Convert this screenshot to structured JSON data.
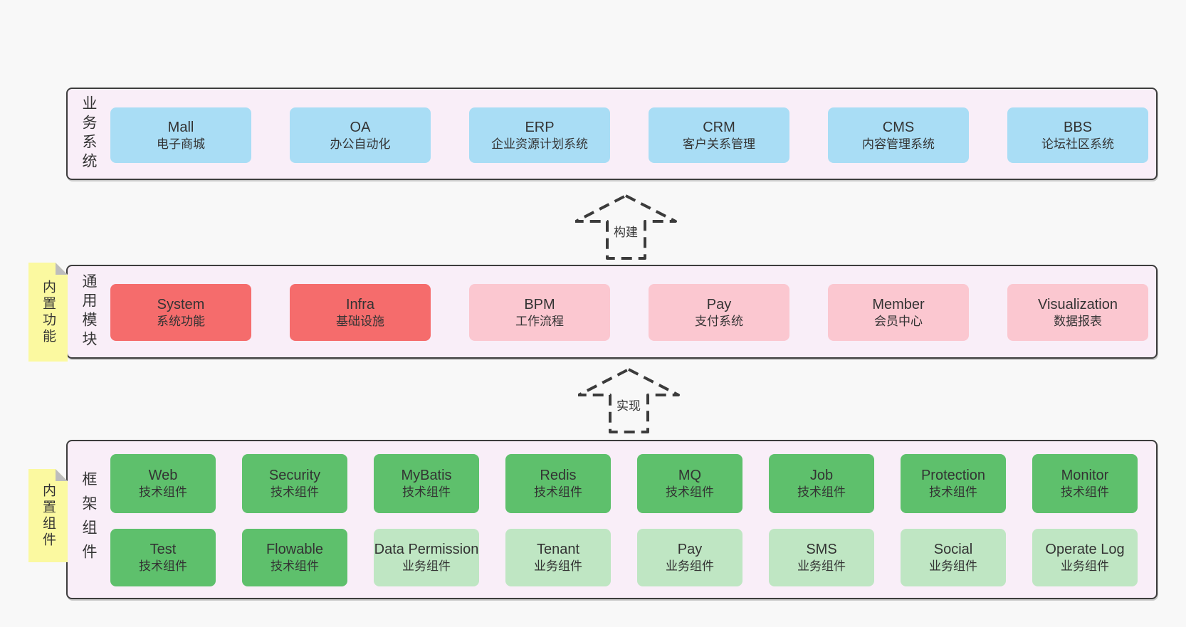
{
  "colors": {
    "page_bg": "#f8f8f8",
    "panel_bg": "#f9eef8",
    "panel_border": "#3d3d3d",
    "blue": "#a9ddf5",
    "red": "#f56c6c",
    "pink": "#fbc7d0",
    "green": "#5ec06c",
    "light_green": "#bfe6c3",
    "yellow": "#fbf9a0",
    "fold_gray": "#bdbdbd",
    "text": "#333333"
  },
  "layers": [
    {
      "label": "业务系统",
      "boxes": [
        {
          "en": "Mall",
          "zh": "电子商城",
          "variant": "blue"
        },
        {
          "en": "OA",
          "zh": "办公自动化",
          "variant": "blue"
        },
        {
          "en": "ERP",
          "zh": "企业资源计划系统",
          "variant": "blue"
        },
        {
          "en": "CRM",
          "zh": "客户关系管理",
          "variant": "blue"
        },
        {
          "en": "CMS",
          "zh": "内容管理系统",
          "variant": "blue"
        },
        {
          "en": "BBS",
          "zh": "论坛社区系统",
          "variant": "blue"
        }
      ]
    },
    {
      "label": "通用模块",
      "sticky": "内置功能",
      "boxes": [
        {
          "en": "System",
          "zh": "系统功能",
          "variant": "red"
        },
        {
          "en": "Infra",
          "zh": "基础设施",
          "variant": "red"
        },
        {
          "en": "BPM",
          "zh": "工作流程",
          "variant": "pink"
        },
        {
          "en": "Pay",
          "zh": "支付系统",
          "variant": "pink"
        },
        {
          "en": "Member",
          "zh": "会员中心",
          "variant": "pink"
        },
        {
          "en": "Visualization",
          "zh": "数据报表",
          "variant": "pink"
        }
      ]
    },
    {
      "label": "框架组件",
      "sticky": "内置组件",
      "rows": [
        [
          {
            "en": "Web",
            "zh": "技术组件",
            "variant": "green"
          },
          {
            "en": "Security",
            "zh": "技术组件",
            "variant": "green"
          },
          {
            "en": "MyBatis",
            "zh": "技术组件",
            "variant": "green"
          },
          {
            "en": "Redis",
            "zh": "技术组件",
            "variant": "green"
          },
          {
            "en": "MQ",
            "zh": "技术组件",
            "variant": "green"
          },
          {
            "en": "Job",
            "zh": "技术组件",
            "variant": "green"
          },
          {
            "en": "Protection",
            "zh": "技术组件",
            "variant": "green"
          },
          {
            "en": "Monitor",
            "zh": "技术组件",
            "variant": "green"
          }
        ],
        [
          {
            "en": "Test",
            "zh": "技术组件",
            "variant": "green"
          },
          {
            "en": "Flowable",
            "zh": "技术组件",
            "variant": "green"
          },
          {
            "en": "Data Permission",
            "zh": "业务组件",
            "variant": "light_green"
          },
          {
            "en": "Tenant",
            "zh": "业务组件",
            "variant": "light_green"
          },
          {
            "en": "Pay",
            "zh": "业务组件",
            "variant": "light_green"
          },
          {
            "en": "SMS",
            "zh": "业务组件",
            "variant": "light_green"
          },
          {
            "en": "Social",
            "zh": "业务组件",
            "variant": "light_green"
          },
          {
            "en": "Operate Log",
            "zh": "业务组件",
            "variant": "light_green"
          }
        ]
      ]
    }
  ],
  "arrows": [
    {
      "label": "构建"
    },
    {
      "label": "实现"
    }
  ]
}
